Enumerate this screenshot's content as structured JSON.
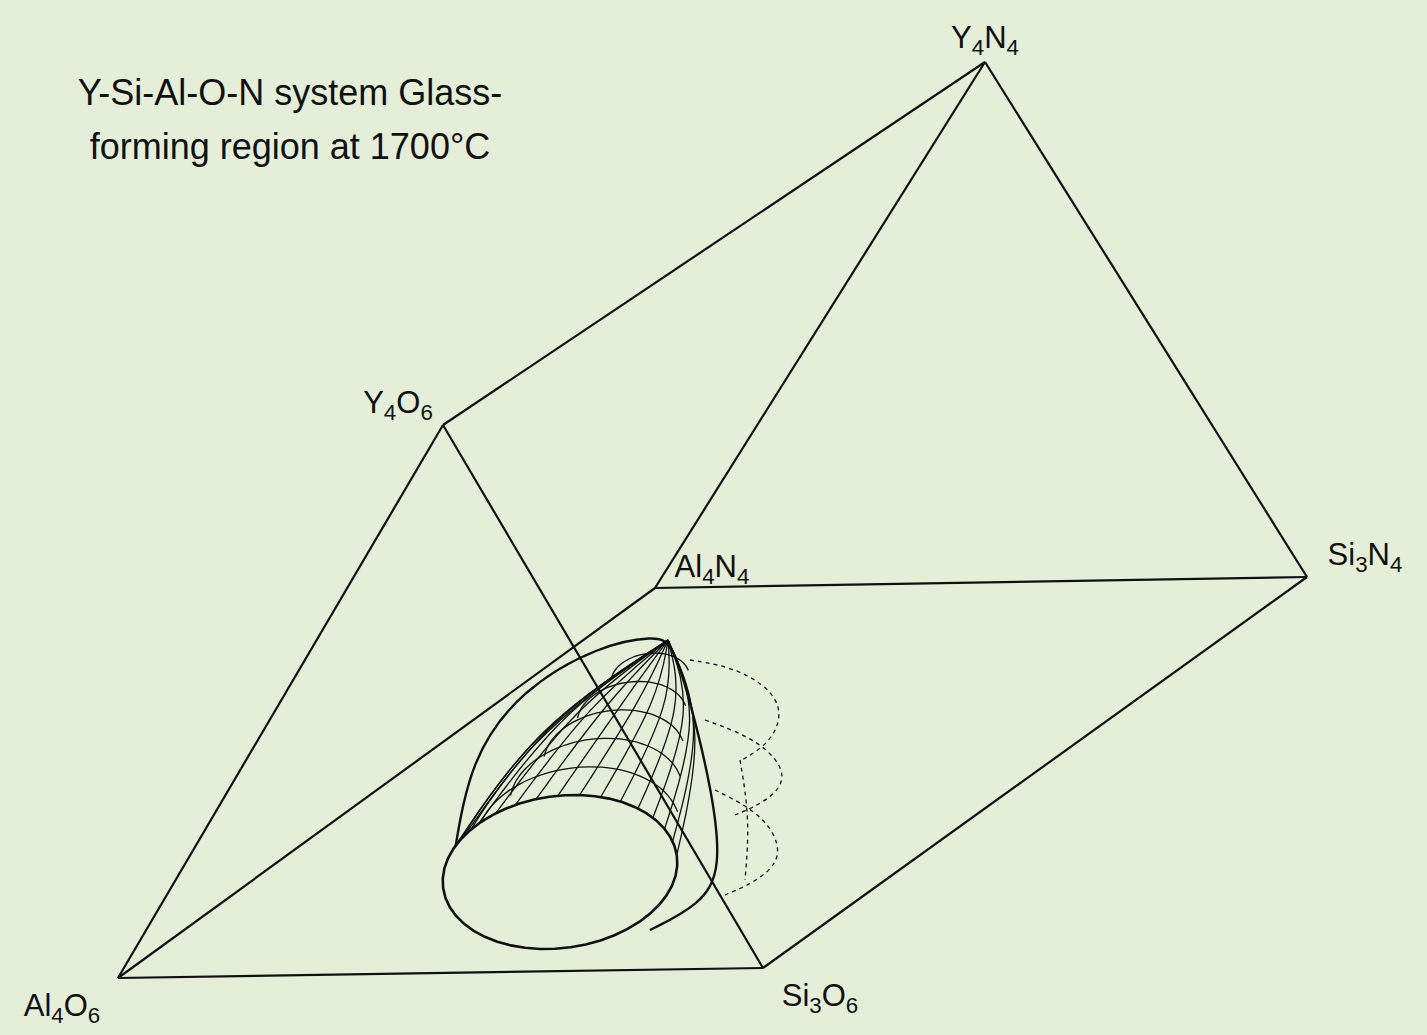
{
  "diagram": {
    "title": "Y-Si-Al-O-N system Glass-forming region at 1700°C",
    "labels": [
      "Y4N4",
      "Y4O6",
      "Al4N4",
      "Si3N4",
      "Al4O6",
      "Si3O6"
    ]
  }
}
